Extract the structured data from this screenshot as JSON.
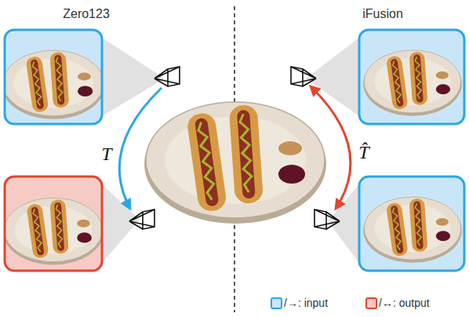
{
  "diagram": {
    "labels": [
      "Zero123",
      "iFusion",
      "T",
      "T̂"
    ],
    "legend": [
      {
        "text": "/→: input",
        "color": "#c9e6f8"
      },
      {
        "text": "/↔: output",
        "color": "#f6cbc6"
      }
    ]
  }
}
